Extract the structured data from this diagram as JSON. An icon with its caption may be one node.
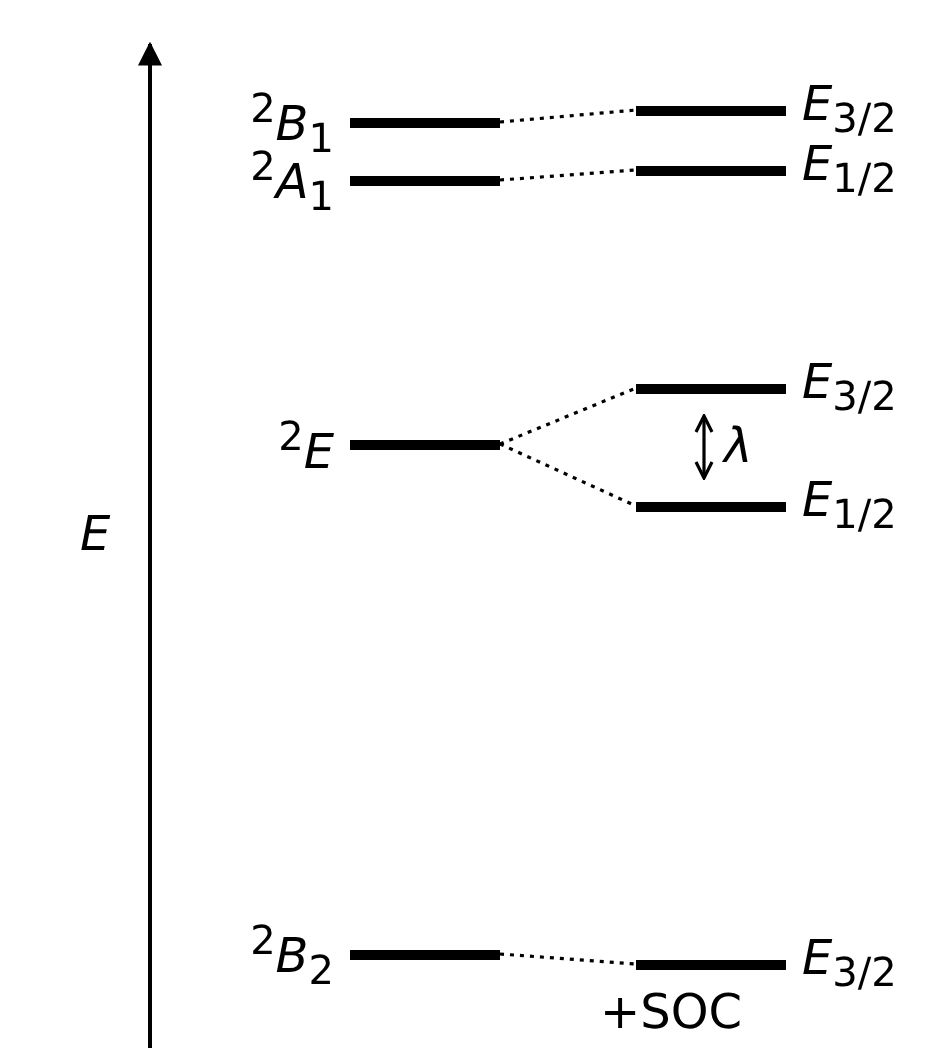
{
  "diagram": {
    "nodes": [
      {
        "text": [
          "$^{2}$*B*$_{1}$"
        ]
      },
      {
        "text": [
          "$^{2}$*A*$_{1}$"
        ]
      },
      {
        "text": [
          "$^{2}$*E*"
        ]
      },
      {
        "text": [
          "$^{2}$*B*$_{2}$"
        ]
      },
      {
        "text": [
          "*E*$_{3/2}$"
        ]
      },
      {
        "text": [
          "*E*$_{1/2}$"
        ]
      },
      {
        "text": [
          "*E*$_{3/2}$"
        ]
      },
      {
        "text": [
          "*E*$_{1/2}$"
        ]
      },
      {
        "text": [
          "*E*$_{3/2}$"
        ]
      }
    ],
    "edges": [
      {
        "from": 0,
        "to": 4,
        "arrow": "none",
        "style": "dashed"
      },
      {
        "from": 1,
        "to": 5,
        "arrow": "none",
        "style": "dashed"
      },
      {
        "from": 2,
        "to": 6,
        "arrow": "none",
        "style": "dashed"
      },
      {
        "from": 2,
        "to": 7,
        "arrow": "none",
        "style": "dashed"
      },
      {
        "from": 3,
        "to": 8,
        "arrow": "none",
        "style": "dashed"
      },
      {
        "from": 6,
        "to": 7,
        "arrow": "both",
        "label": "λ"
      }
    ],
    "labels": [
      "E",
      "+SOC"
    ]
  }
}
